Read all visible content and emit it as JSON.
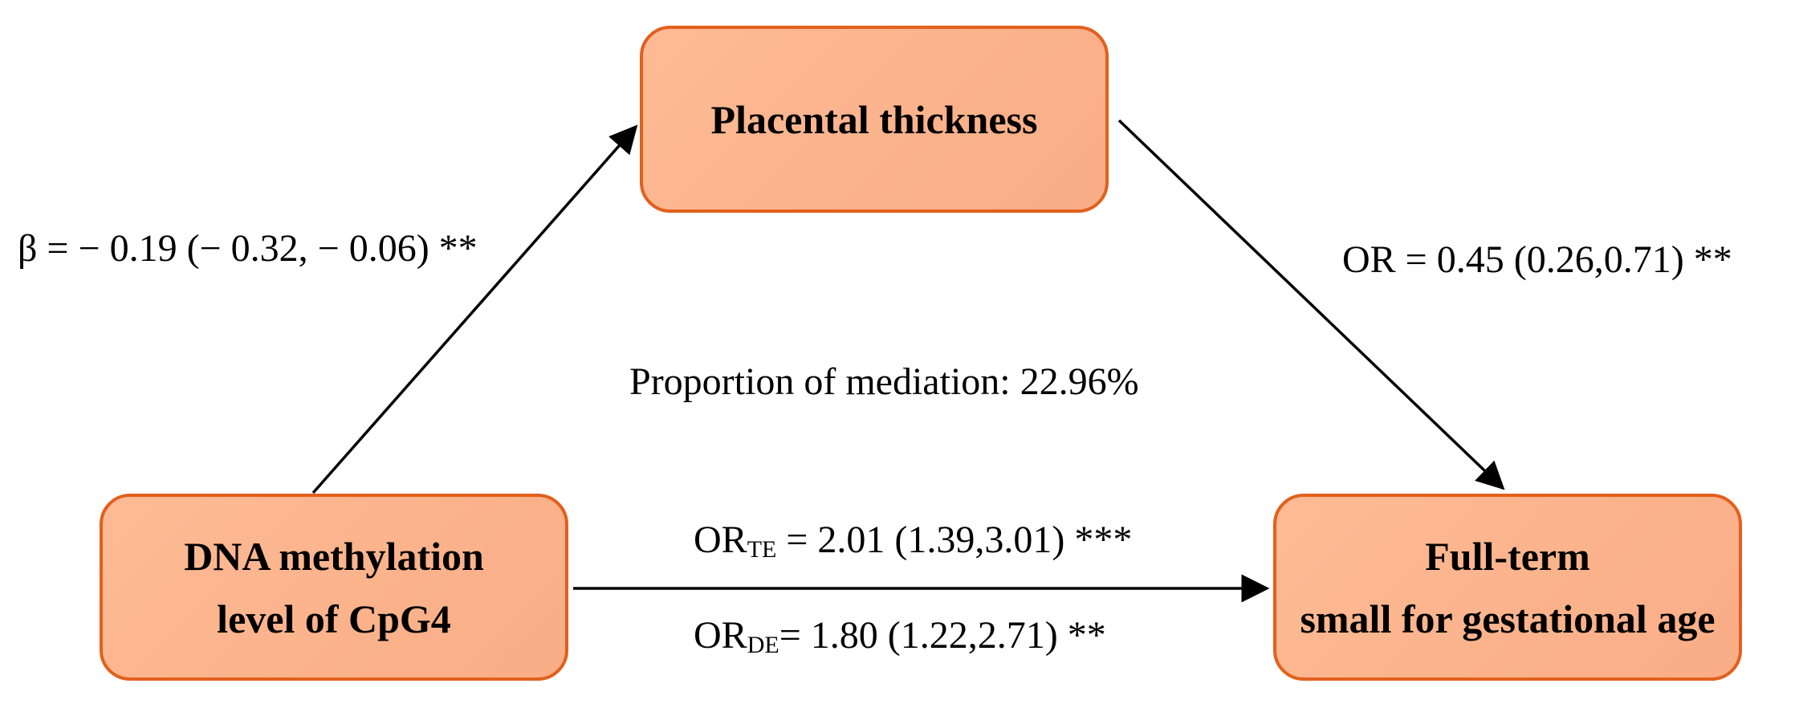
{
  "colors": {
    "box_fill": "#fbb38c",
    "box_border": "#e2601d",
    "arrow": "#000000"
  },
  "boxes": {
    "mediator": {
      "lines": [
        "Placental thickness"
      ]
    },
    "exposure": {
      "lines": [
        "DNA methylation",
        "level of CpG4"
      ]
    },
    "outcome": {
      "lines": [
        "Full-term",
        "small for gestational age"
      ]
    }
  },
  "paths": {
    "a_label": "β = − 0.19 (− 0.32, − 0.06) **",
    "b_label": "OR = 0.45 (0.26,0.71) **",
    "total_effect": {
      "prefix": "OR",
      "subscript": "TE",
      "value": " = 2.01 (1.39,3.01) ***"
    },
    "direct_effect": {
      "prefix": "OR",
      "subscript": "DE",
      "value": "= 1.80 (1.22,2.71) **"
    }
  },
  "proportion_mediation": "Proportion of mediation: 22.96%"
}
